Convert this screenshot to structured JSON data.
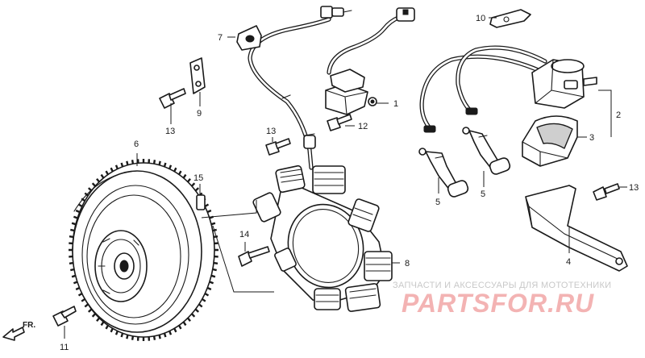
{
  "callouts": {
    "c1": "1",
    "c2": "2",
    "c3": "3",
    "c4": "4",
    "c5a": "5",
    "c5b": "5",
    "c6": "6",
    "c7": "7",
    "c8": "8",
    "c9": "9",
    "c10": "10",
    "c11": "11",
    "c12": "12",
    "c13a": "13",
    "c13b": "13",
    "c13c": "13",
    "c14": "14",
    "c15": "15"
  },
  "direction_label": "FR.",
  "watermark": {
    "caption": "ЗАПЧАСТИ И АКСЕССУАРЫ ДЛЯ МОТОТЕХНИКИ",
    "logo": "PARTSFOR.RU"
  },
  "colors": {
    "line": "#1a1a1a",
    "watermark_caption": "#c8c8c8",
    "watermark_logo": "#f3b3b3"
  }
}
